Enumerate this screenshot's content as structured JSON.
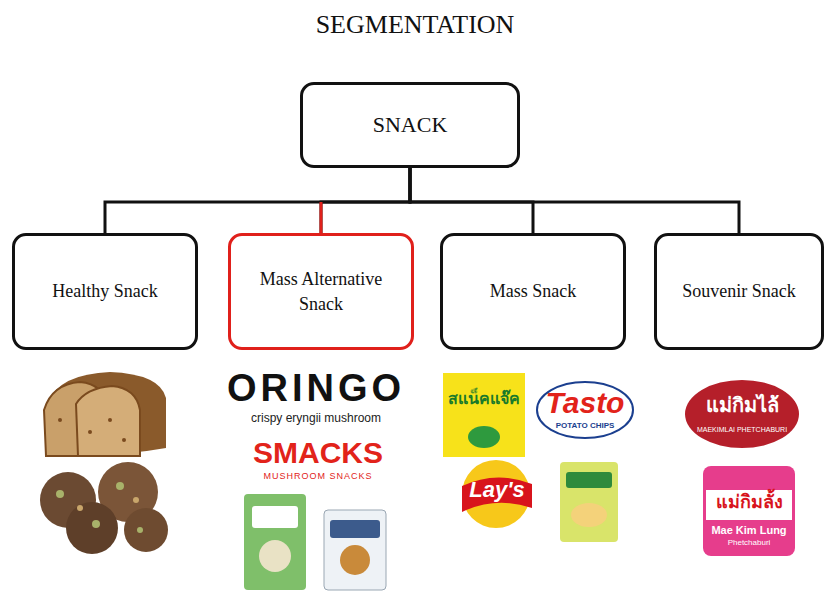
{
  "diagram": {
    "title": "SEGMENTATION",
    "nodes": [
      {
        "text": [
          "SNACK"
        ]
      },
      {
        "text": [
          "Healthy Snack"
        ]
      },
      {
        "text": [
          "Mass Alternative Snack"
        ]
      },
      {
        "text": [
          "Mass Snack"
        ]
      },
      {
        "text": [
          "Souvenir Snack"
        ]
      }
    ],
    "edges": [
      {
        "from": 0,
        "to": 1,
        "arrow": "none"
      },
      {
        "from": 0,
        "to": 2,
        "arrow": "none"
      },
      {
        "from": 0,
        "to": 3,
        "arrow": "none"
      },
      {
        "from": 0,
        "to": 4,
        "arrow": "none"
      }
    ],
    "labels": [
      "ORINGO",
      "crispy eryngii mushroom",
      "SMACKS",
      "MUSHROOM SNACKS",
      "สแน็คแจ๊ค",
      "Tasto",
      "POTATO CHIPS",
      "Lay's",
      "แม่กิมไล้",
      "MAEKIMLAI PHETCHABURI",
      "แม่กิมลั้ง",
      "Mae Kim Lung",
      "Phetchaburi"
    ]
  }
}
